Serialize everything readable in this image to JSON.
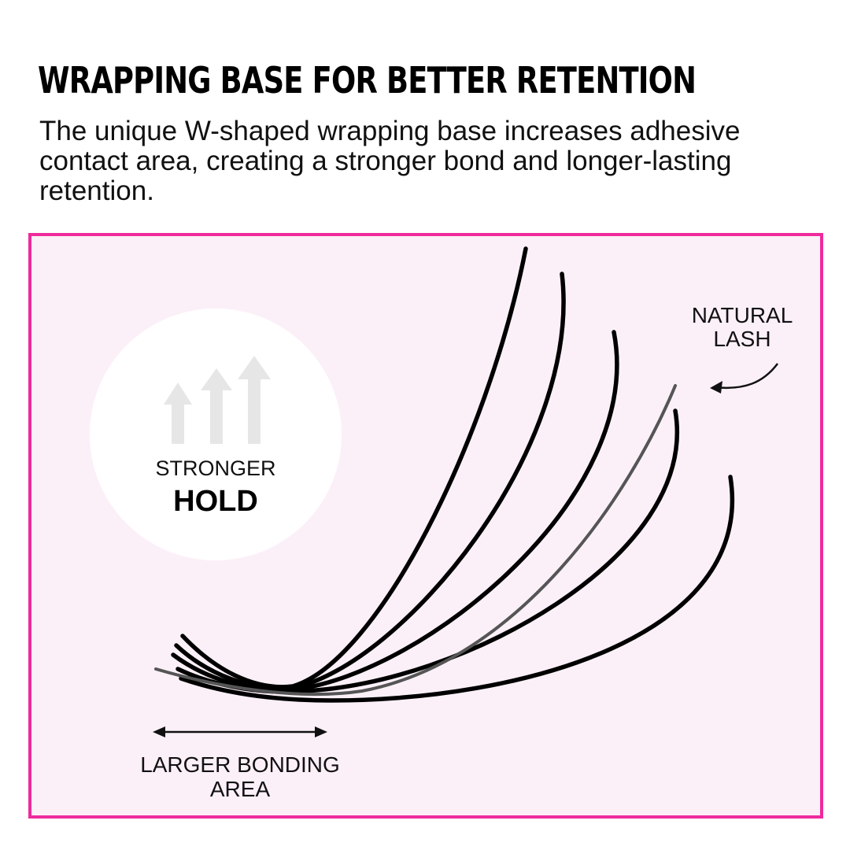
{
  "headline": "WRAPPING BASE FOR BETTER RETENTION",
  "description": "The unique W-shaped wrapping base increases adhesive contact area, creating a stronger bond and longer-lasting retention.",
  "badge": {
    "line1": "STRONGER",
    "line2": "HOLD",
    "icon": "three-upward-arrows-icon"
  },
  "labels": {
    "natural_lash_line1": "NATURAL",
    "natural_lash_line2": "LASH",
    "bonding_line1": "LARGER BONDING",
    "bonding_line2": "AREA"
  },
  "colors": {
    "accent_border": "#ee2a9c",
    "panel_background": "#fcf0f8",
    "badge_background": "#ffffff",
    "lash": "#000000",
    "natural_lash": "#555555",
    "arrow_icon": "#e6e6e6"
  }
}
